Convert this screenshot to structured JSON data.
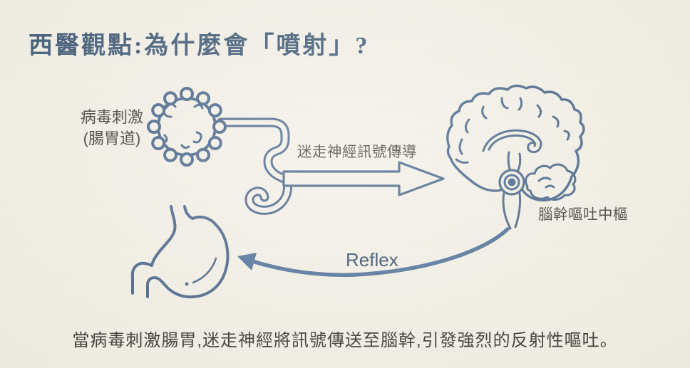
{
  "title": {
    "text": "西醫觀點:為什麼會「噴射」?"
  },
  "labels": {
    "virus_line1": "病毒刺激",
    "virus_line2": "(腸胃道)",
    "vagus": "迷走神經訊號傳導",
    "brainstem": "腦幹嘔吐中樞",
    "reflex": "Reflex"
  },
  "caption": {
    "text": "當病毒刺激腸胃,迷走神經將訊號傳送至腦幹,引發強烈的反射性嘔吐。"
  },
  "colors": {
    "background": "#f4f1e8",
    "line_art": "#46648a",
    "reflex_arrow": "#4d6f97",
    "title_text": "#3b5674",
    "label_text": "#3c3b35",
    "caption_text": "#33322d",
    "reflex_text": "#2f4c6a"
  },
  "icons": [
    "coronavirus-icon",
    "vagus-nerve-tube-icon",
    "signal-arrow-icon",
    "brain-icon",
    "brainstem-target-icon",
    "stomach-icon",
    "reflex-arrow-icon"
  ]
}
